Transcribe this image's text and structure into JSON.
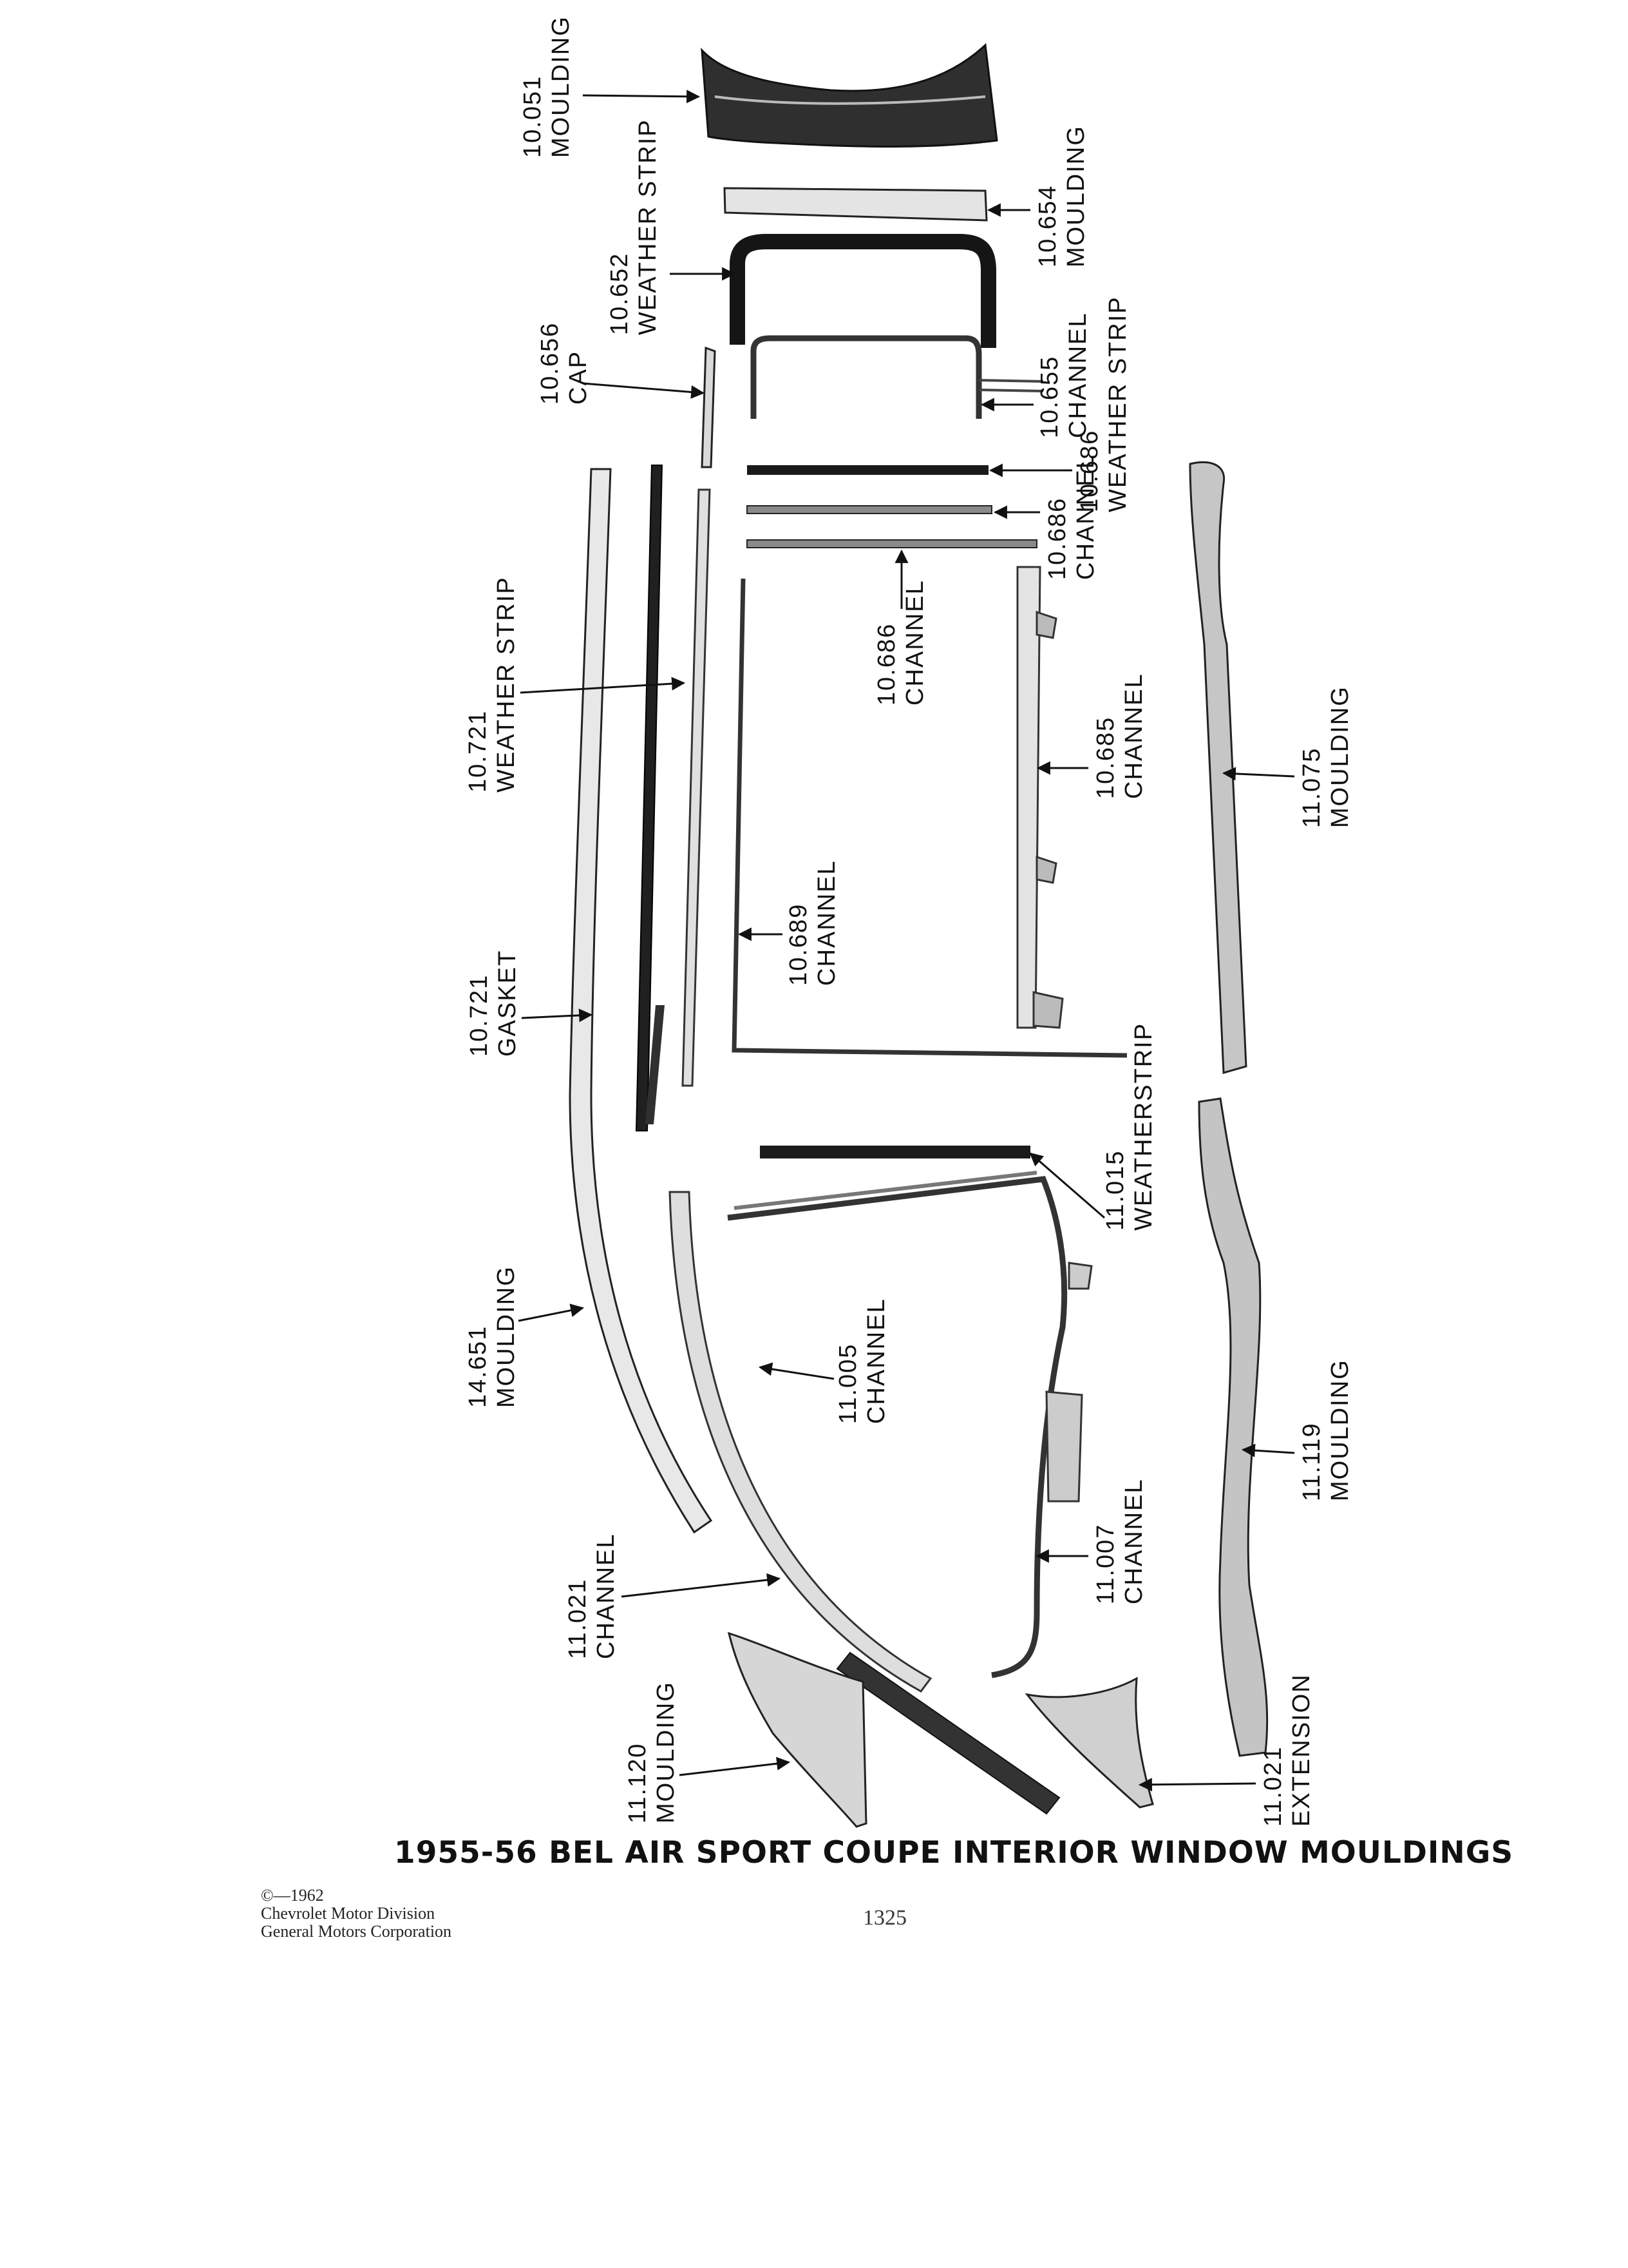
{
  "parts": [
    {
      "id": "p10051",
      "number": "10.051",
      "name": "MOULDING"
    },
    {
      "id": "p10654",
      "number": "10.654",
      "name": "MOULDING"
    },
    {
      "id": "p10652",
      "number": "10.652",
      "name": "WEATHER STRIP"
    },
    {
      "id": "p10656",
      "number": "10.656",
      "name": "CAP"
    },
    {
      "id": "p10655",
      "number": "10.655",
      "name": "CHANNEL"
    },
    {
      "id": "p10686a",
      "number": "10.686",
      "name": "WEATHER STRIP"
    },
    {
      "id": "p10686b",
      "number": "10.686",
      "name": "CHANNEL"
    },
    {
      "id": "p10686c",
      "number": "10.686",
      "name": "CHANNEL"
    },
    {
      "id": "p10721a",
      "number": "10.721",
      "name": "WEATHER STRIP"
    },
    {
      "id": "p10685",
      "number": "10.685",
      "name": "CHANNEL"
    },
    {
      "id": "p11075",
      "number": "11.075",
      "name": "MOULDING"
    },
    {
      "id": "p10689",
      "number": "10.689",
      "name": "CHANNEL"
    },
    {
      "id": "p10721b",
      "number": "10.721",
      "name": "GASKET"
    },
    {
      "id": "p11015",
      "number": "11.015",
      "name": "WEATHERSTRIP"
    },
    {
      "id": "p14651",
      "number": "14.651",
      "name": "MOULDING"
    },
    {
      "id": "p11005",
      "number": "11.005",
      "name": "CHANNEL"
    },
    {
      "id": "p11119",
      "number": "11.119",
      "name": "MOULDING"
    },
    {
      "id": "p11007",
      "number": "11.007",
      "name": "CHANNEL"
    },
    {
      "id": "p11021a",
      "number": "11.021",
      "name": "CHANNEL"
    },
    {
      "id": "p11120",
      "number": "11.120",
      "name": "MOULDING"
    },
    {
      "id": "p11021b",
      "number": "11.021",
      "name": "EXTENSION"
    }
  ],
  "title": "1955-56 BEL AIR SPORT COUPE INTERIOR WINDOW MOULDINGS",
  "footer": {
    "copyright": "©—1962",
    "division": "Chevrolet Motor Division",
    "corporation": "General Motors Corporation"
  },
  "page_number": "1325"
}
